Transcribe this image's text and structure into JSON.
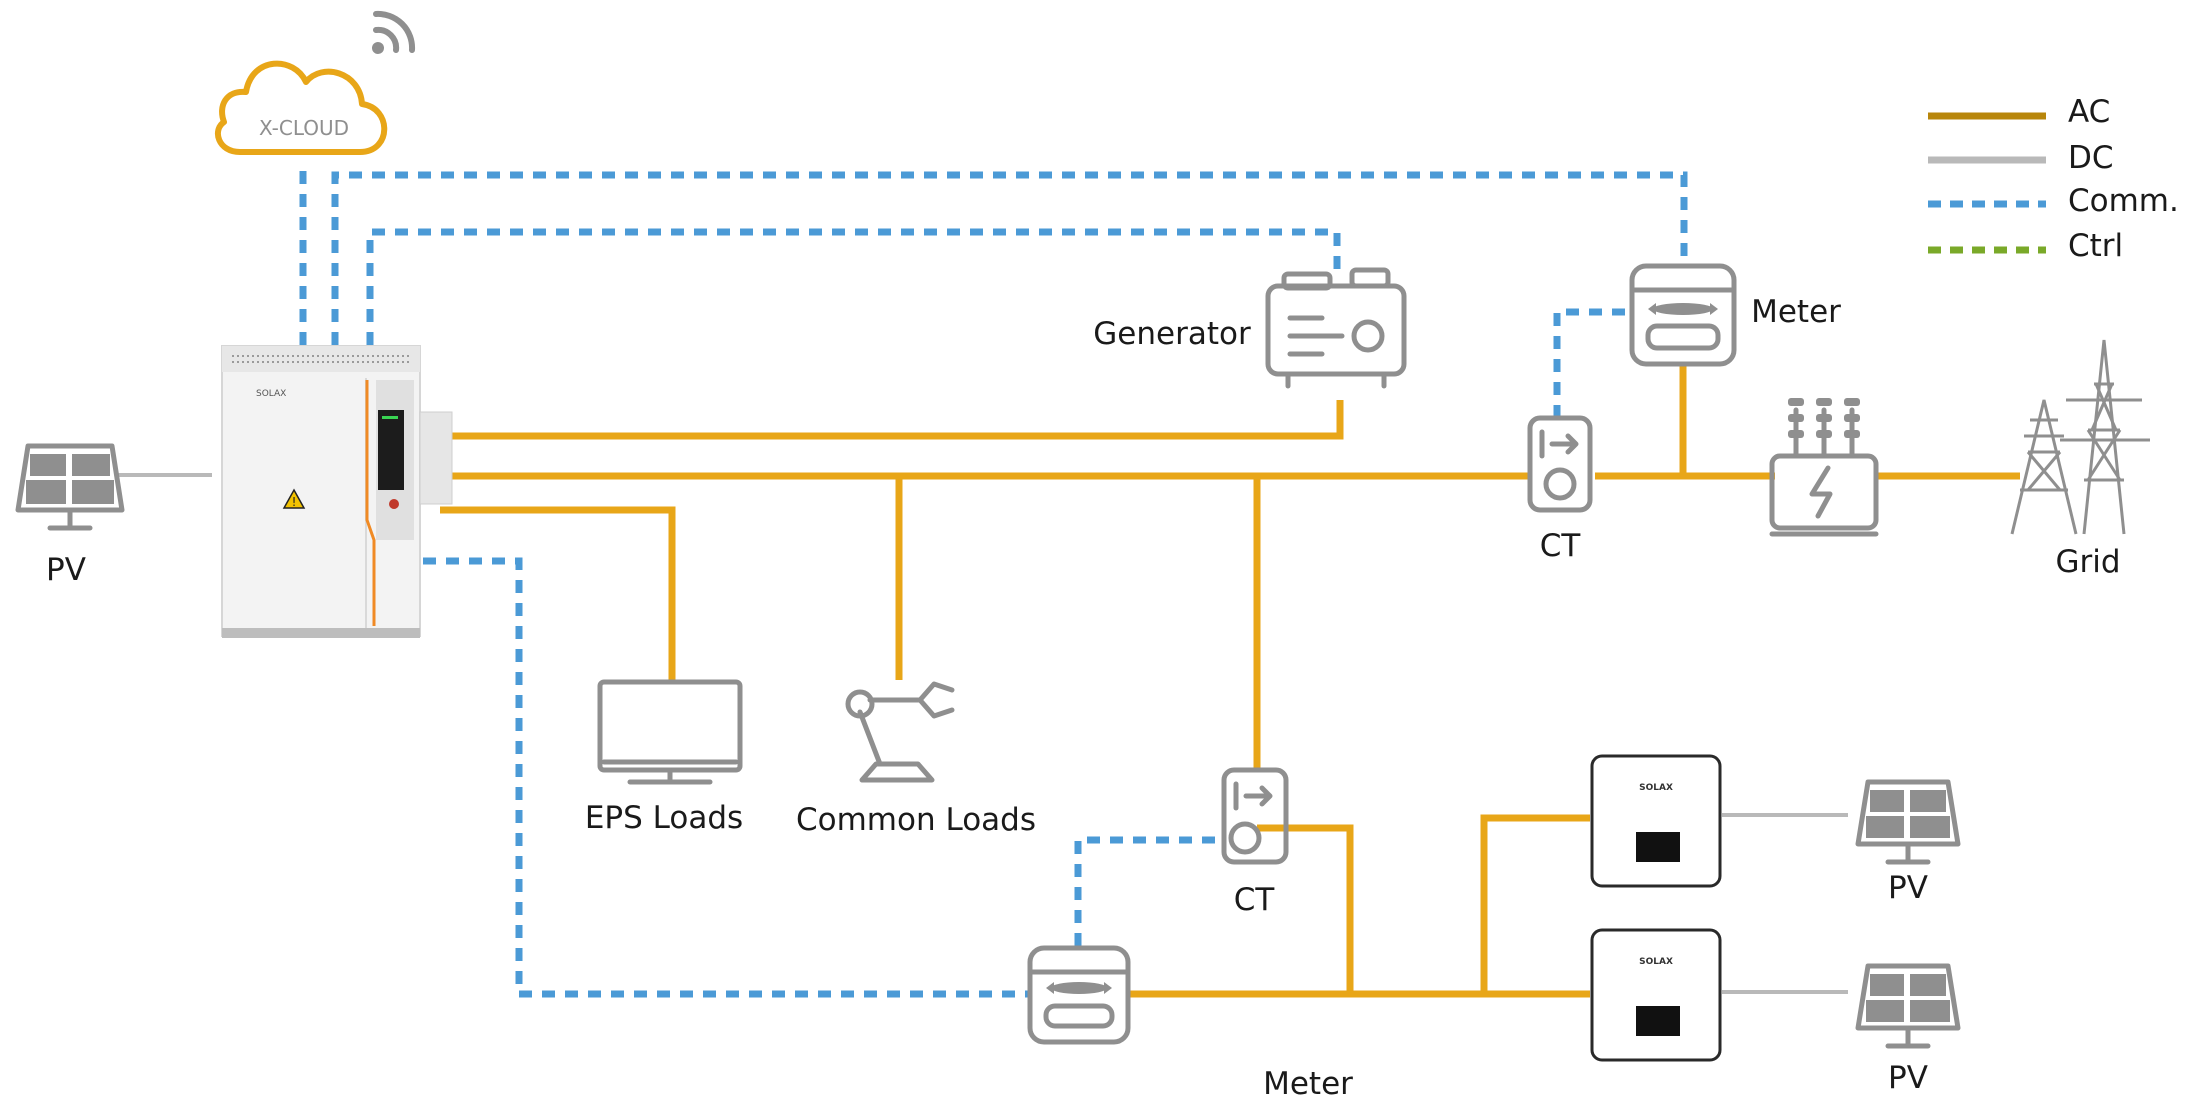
{
  "legend": {
    "items": [
      {
        "label": "AC",
        "color": "#b8860b"
      },
      {
        "label": "DC",
        "color": "#b9b9b9"
      },
      {
        "label": "Comm.",
        "color": "#4b9ad6"
      },
      {
        "label": "Ctrl",
        "color": "#7aa929"
      }
    ]
  },
  "cloud": {
    "label": "X-CLOUD",
    "color": "#e8a618"
  },
  "labels": {
    "pv_left": "PV",
    "generator": "Generator",
    "meter_top": "Meter",
    "ct_top": "CT",
    "grid": "Grid",
    "eps_loads": "EPS Loads",
    "common_loads": "Common Loads",
    "ct_bottom": "CT",
    "meter_bottom": "Meter",
    "pv_right_top": "PV",
    "pv_right_bottom": "PV"
  },
  "cabinet": {
    "brand": "SOLAX",
    "warning_icon": "warning-triangle-icon"
  },
  "inverters": {
    "brand": "SOLAX"
  },
  "line_colors": {
    "ac": "#e8a618",
    "dc": "#b9b9b9",
    "comm": "#4b9ad6",
    "ctrl": "#7aa929"
  }
}
